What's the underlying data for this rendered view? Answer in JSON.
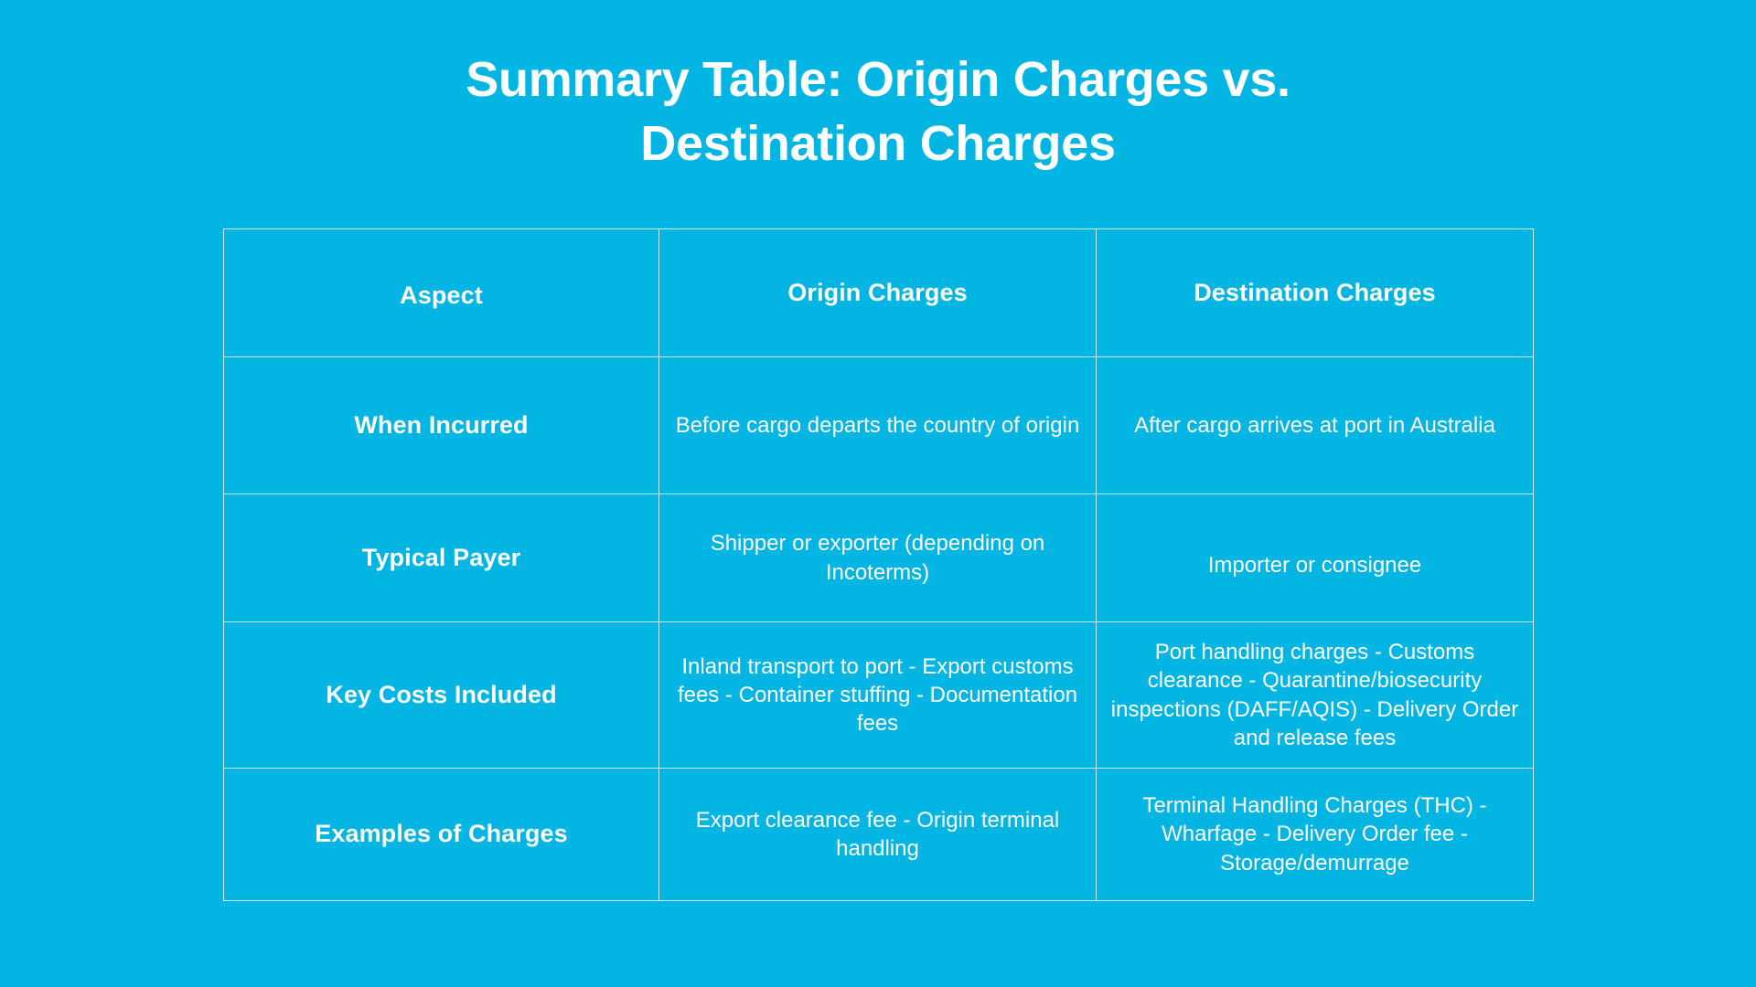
{
  "theme": {
    "background": "#03b5e2",
    "text_color": "#ffffff",
    "border_color": "rgba(255,255,255,0.80)"
  },
  "title": "Summary Table: Origin Charges vs.\nDestination Charges",
  "table": {
    "headers": [
      "Aspect",
      "Origin Charges",
      "Destination Charges"
    ],
    "rows": [
      {
        "aspect": "When Incurred",
        "origin": "Before cargo departs the country of origin",
        "destination": "After cargo arrives at port in Australia"
      },
      {
        "aspect": "Typical Payer",
        "origin": "Shipper or exporter (depending on Incoterms)",
        "destination": "Importer or consignee"
      },
      {
        "aspect": "Key Costs Included",
        "origin": "Inland transport to port - Export customs fees - Container stuffing - Documentation fees",
        "destination": "Port handling charges - Customs clearance - Quarantine/biosecurity inspections (DAFF/AQIS) - Delivery Order and release fees"
      },
      {
        "aspect": "Examples of Charges",
        "origin": "Export clearance fee - Origin terminal handling",
        "destination": "Terminal Handling Charges (THC) - Wharfage - Delivery Order fee - Storage/demurrage"
      }
    ]
  }
}
